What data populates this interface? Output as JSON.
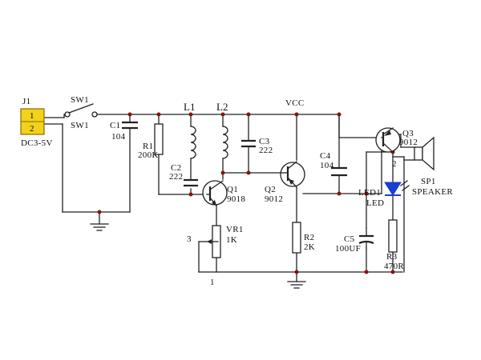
{
  "components": {
    "j1": {
      "ref": "J1",
      "pin1": "1",
      "pin2": "2",
      "value": "DC3-5V",
      "fill": "#f2d21a"
    },
    "sw1": {
      "ref": "SW1",
      "ref2": "SW1"
    },
    "c1": {
      "ref": "C1",
      "value": "104"
    },
    "r1": {
      "ref": "R1",
      "value": "200K"
    },
    "l1": {
      "ref": "L1"
    },
    "l2": {
      "ref": "L2"
    },
    "c2": {
      "ref": "C2",
      "value": "222"
    },
    "c3": {
      "ref": "C3",
      "value": "222"
    },
    "q1": {
      "ref": "Q1",
      "value": "9018"
    },
    "q2": {
      "ref": "Q2",
      "value": "9012"
    },
    "vcc": {
      "label": "VCC"
    },
    "c4": {
      "ref": "C4",
      "value": "104"
    },
    "q3": {
      "ref": "Q3",
      "value": "9012"
    },
    "sp1": {
      "ref": "SP1",
      "value": "SPEAKER"
    },
    "led1": {
      "ref": "LED1",
      "value": "LED",
      "color": "#1a3fcc"
    },
    "vr1": {
      "ref": "VR1",
      "value": "1K",
      "pin3": "3",
      "pin1": "1"
    },
    "r2": {
      "ref": "R2",
      "value": "2K"
    },
    "c5": {
      "ref": "C5",
      "value": "100UF"
    },
    "r3": {
      "ref": "R3",
      "value": "470R"
    },
    "sp_pin": {
      "label": "2"
    }
  },
  "colors": {
    "wire": "#222222",
    "junction": "#8a1010",
    "connector": "#f2d21a",
    "led": "#1a3fcc"
  }
}
